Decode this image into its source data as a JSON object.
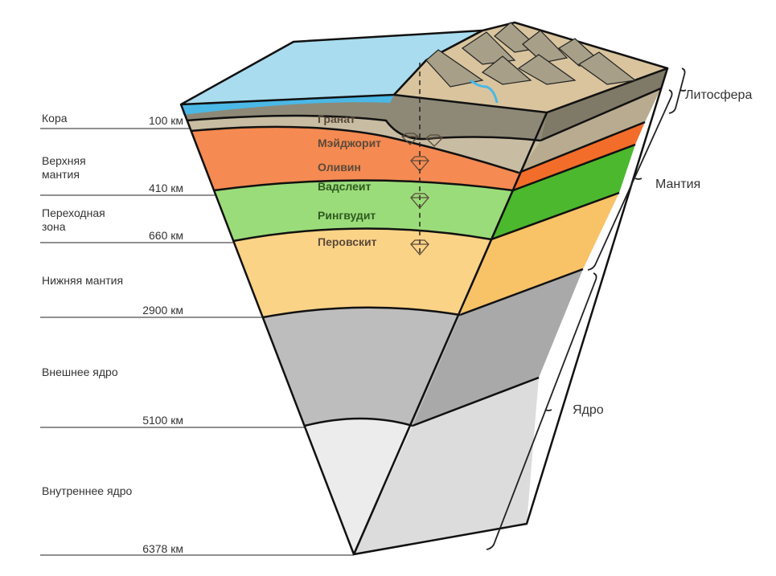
{
  "layers": [
    {
      "name": "Кора",
      "depth": "100 км"
    },
    {
      "name": "Верхняя",
      "name2": "мантия",
      "depth": "410 км"
    },
    {
      "name": "Переходная",
      "name2": "зона",
      "depth": "660 км"
    },
    {
      "name": "Нижняя мантия",
      "depth": "2900 км"
    },
    {
      "name": "Внешнее ядро",
      "depth": "5100 км"
    },
    {
      "name": "Внутреннее ядро",
      "depth": "6378 км"
    }
  ],
  "minerals": [
    "Гранат",
    "Мэйджорит",
    "Оливин",
    "Вадслеит",
    "Рингвудит",
    "Перовскит"
  ],
  "groups": {
    "lithosphere": "Литосфера",
    "mantle": "Мантия",
    "core": "Ядро"
  },
  "colors": {
    "ocean": "#a9dcef",
    "water": "#4bb8e6",
    "crust": "#8e8977",
    "granite": "#c8bca2",
    "upper_mantle": "#f58a52",
    "transition": "#9bdc7a",
    "transition_side": "#4cb82e",
    "lower_mantle": "#fbd386",
    "outer_core": "#bdbdbd",
    "inner_core": "#ececec"
  }
}
